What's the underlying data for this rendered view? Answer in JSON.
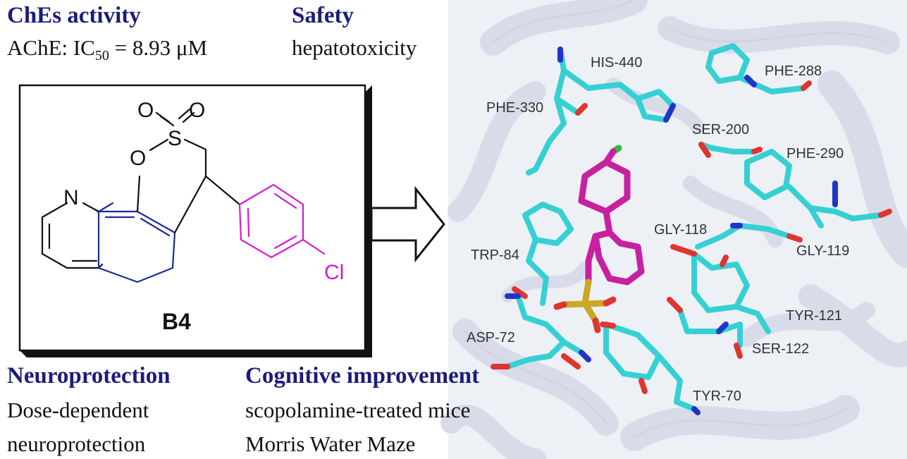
{
  "sections": {
    "ches": {
      "heading": "ChEs activity",
      "line_prefix": "AChE: IC",
      "line_sub": "50",
      "line_suffix": " = 8.93 μM"
    },
    "safety": {
      "heading": "Safety",
      "line": "hepatotoxicity"
    },
    "neuro": {
      "heading": "Neuroprotection",
      "line1": "Dose-dependent",
      "line2": "neuroprotection"
    },
    "cognitive": {
      "heading": "Cognitive improvement",
      "line1": "scopolamine-treated  mice",
      "line2": "Morris Water Maze"
    }
  },
  "compound": {
    "name": "B4",
    "atoms": {
      "o1": "O",
      "o2": "O",
      "s": "S",
      "o_ring": "O",
      "n": "N",
      "cl": "Cl"
    }
  },
  "residues": [
    "HIS-440",
    "PHE-288",
    "PHE-330",
    "SER-200",
    "PHE-290",
    "GLY-118",
    "GLY-119",
    "TRP-84",
    "TYR-121",
    "ASP-72",
    "SER-122",
    "TYR-70"
  ],
  "colors": {
    "heading": "#1b1d7a",
    "scaffold_blue": "#1c2b9a",
    "aryl_magenta": "#d21ad2",
    "ligand_stick": "#c8219f",
    "residue_cyan": "#35d0d4",
    "oxygen_red": "#e0342e",
    "nitrogen_blue": "#2035c8",
    "sulfur_yellow": "#c8a825",
    "protein_cartoon": "#dfe3ec"
  }
}
